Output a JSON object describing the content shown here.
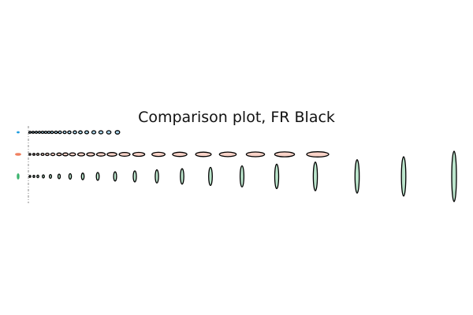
{
  "chart_data": {
    "type": "scatter",
    "title": "Comparison plot, FR Black",
    "xlabel": "",
    "ylabel": "",
    "grid": false,
    "legend": "left",
    "series": [
      {
        "row": 1,
        "color": "#1f9de0",
        "outline": "#000000",
        "legend_marker": {
          "rx": 1.5,
          "ry": 1
        },
        "points": [
          {
            "x": 38,
            "rx": 1.4,
            "ry": 1.2
          },
          {
            "x": 42,
            "rx": 1.5,
            "ry": 1.2
          },
          {
            "x": 46,
            "rx": 1.6,
            "ry": 1.3
          },
          {
            "x": 50,
            "rx": 1.6,
            "ry": 1.3
          },
          {
            "x": 54,
            "rx": 1.7,
            "ry": 1.4
          },
          {
            "x": 58,
            "rx": 1.7,
            "ry": 1.4
          },
          {
            "x": 62,
            "rx": 1.8,
            "ry": 1.4
          },
          {
            "x": 66,
            "rx": 1.8,
            "ry": 1.5
          },
          {
            "x": 71,
            "rx": 1.9,
            "ry": 1.5
          },
          {
            "x": 76,
            "rx": 2.0,
            "ry": 1.6
          },
          {
            "x": 82,
            "rx": 2.0,
            "ry": 1.6
          },
          {
            "x": 88,
            "rx": 2.1,
            "ry": 1.7
          },
          {
            "x": 95,
            "rx": 2.2,
            "ry": 1.8
          },
          {
            "x": 102,
            "rx": 2.3,
            "ry": 1.8
          },
          {
            "x": 110,
            "rx": 2.4,
            "ry": 1.9
          },
          {
            "x": 119,
            "rx": 2.5,
            "ry": 2.0
          },
          {
            "x": 128,
            "rx": 2.6,
            "ry": 2.0
          },
          {
            "x": 138,
            "rx": 2.7,
            "ry": 2.1
          },
          {
            "x": 149,
            "rx": 2.8,
            "ry": 2.2
          }
        ]
      },
      {
        "row": 2,
        "color": "#f08060",
        "outline": "#000000",
        "legend_marker": {
          "rx": 3.5,
          "ry": 1.3
        },
        "points": [
          {
            "x": 38,
            "rx": 1.2,
            "ry": 1.1
          },
          {
            "x": 43,
            "rx": 1.4,
            "ry": 1.2
          },
          {
            "x": 48,
            "rx": 1.6,
            "ry": 1.3
          },
          {
            "x": 54,
            "rx": 1.9,
            "ry": 1.4
          },
          {
            "x": 60,
            "rx": 2.2,
            "ry": 1.5
          },
          {
            "x": 67,
            "rx": 2.6,
            "ry": 1.6
          },
          {
            "x": 75,
            "rx": 3.0,
            "ry": 1.7
          },
          {
            "x": 83,
            "rx": 3.4,
            "ry": 1.8
          },
          {
            "x": 92,
            "rx": 3.9,
            "ry": 1.9
          },
          {
            "x": 103,
            "rx": 4.4,
            "ry": 2.0
          },
          {
            "x": 115,
            "rx": 5.0,
            "ry": 2.1
          },
          {
            "x": 128,
            "rx": 5.5,
            "ry": 2.2
          },
          {
            "x": 142,
            "rx": 6.2,
            "ry": 2.3
          },
          {
            "x": 158,
            "rx": 6.9,
            "ry": 2.4
          },
          {
            "x": 176,
            "rx": 7.6,
            "ry": 2.5
          },
          {
            "x": 201,
            "rx": 8.3,
            "ry": 2.6
          },
          {
            "x": 228,
            "rx": 9.1,
            "ry": 2.7
          },
          {
            "x": 258,
            "rx": 9.9,
            "ry": 2.8
          },
          {
            "x": 289,
            "rx": 10.7,
            "ry": 2.9
          },
          {
            "x": 324,
            "rx": 11.6,
            "ry": 3.0
          },
          {
            "x": 361,
            "rx": 12.6,
            "ry": 3.1
          },
          {
            "x": 403,
            "rx": 14.0,
            "ry": 3.3
          }
        ]
      },
      {
        "row": 3,
        "color": "#3cb46e",
        "outline": "#000000",
        "legend_marker": {
          "rx": 1.3,
          "ry": 3.5
        },
        "points": [
          {
            "x": 38,
            "rx": 1.0,
            "ry": 1.2
          },
          {
            "x": 43,
            "rx": 1.1,
            "ry": 1.4
          },
          {
            "x": 48,
            "rx": 1.2,
            "ry": 1.6
          },
          {
            "x": 55,
            "rx": 1.3,
            "ry": 2.0
          },
          {
            "x": 64,
            "rx": 1.4,
            "ry": 2.4
          },
          {
            "x": 75,
            "rx": 1.5,
            "ry": 2.9
          },
          {
            "x": 89,
            "rx": 1.6,
            "ry": 3.5
          },
          {
            "x": 105,
            "rx": 1.7,
            "ry": 4.2
          },
          {
            "x": 124,
            "rx": 1.8,
            "ry": 5.0
          },
          {
            "x": 146,
            "rx": 1.9,
            "ry": 5.9
          },
          {
            "x": 171,
            "rx": 2.0,
            "ry": 7.0
          },
          {
            "x": 199,
            "rx": 2.1,
            "ry": 8.3
          },
          {
            "x": 231,
            "rx": 2.2,
            "ry": 9.8
          },
          {
            "x": 267,
            "rx": 2.3,
            "ry": 11.5
          },
          {
            "x": 307,
            "rx": 2.4,
            "ry": 13.4
          },
          {
            "x": 351,
            "rx": 2.5,
            "ry": 15.6
          },
          {
            "x": 400,
            "rx": 2.6,
            "ry": 18.2
          },
          {
            "x": 453,
            "rx": 2.7,
            "ry": 21.2
          },
          {
            "x": 512,
            "rx": 2.8,
            "ry": 25.0
          },
          {
            "x": 576,
            "rx": 3.0,
            "ry": 32.0
          }
        ]
      }
    ]
  }
}
